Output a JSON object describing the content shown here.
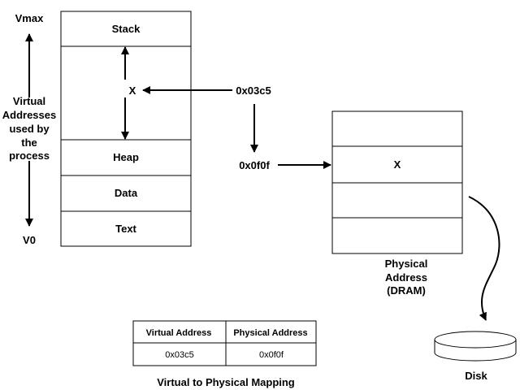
{
  "axis": {
    "top_label": "Vmax",
    "bottom_label": "V0",
    "description_lines": [
      "Virtual",
      "Addresses",
      "used by",
      "the",
      "process"
    ]
  },
  "virtual_memory": {
    "segments": {
      "stack": "Stack",
      "heap": "Heap",
      "data": "Data",
      "text": "Text"
    },
    "marker": "X"
  },
  "addresses": {
    "virtual": "0x03c5",
    "physical": "0x0f0f"
  },
  "physical_memory": {
    "marker": "X",
    "label_lines": [
      "Physical",
      "Address",
      "(DRAM)"
    ]
  },
  "disk": {
    "label": "Disk"
  },
  "mapping_table": {
    "headers": [
      "Virtual Address",
      "Physical Address"
    ],
    "row": [
      "0x03c5",
      "0x0f0f"
    ],
    "caption": "Virtual to Physical Mapping"
  }
}
